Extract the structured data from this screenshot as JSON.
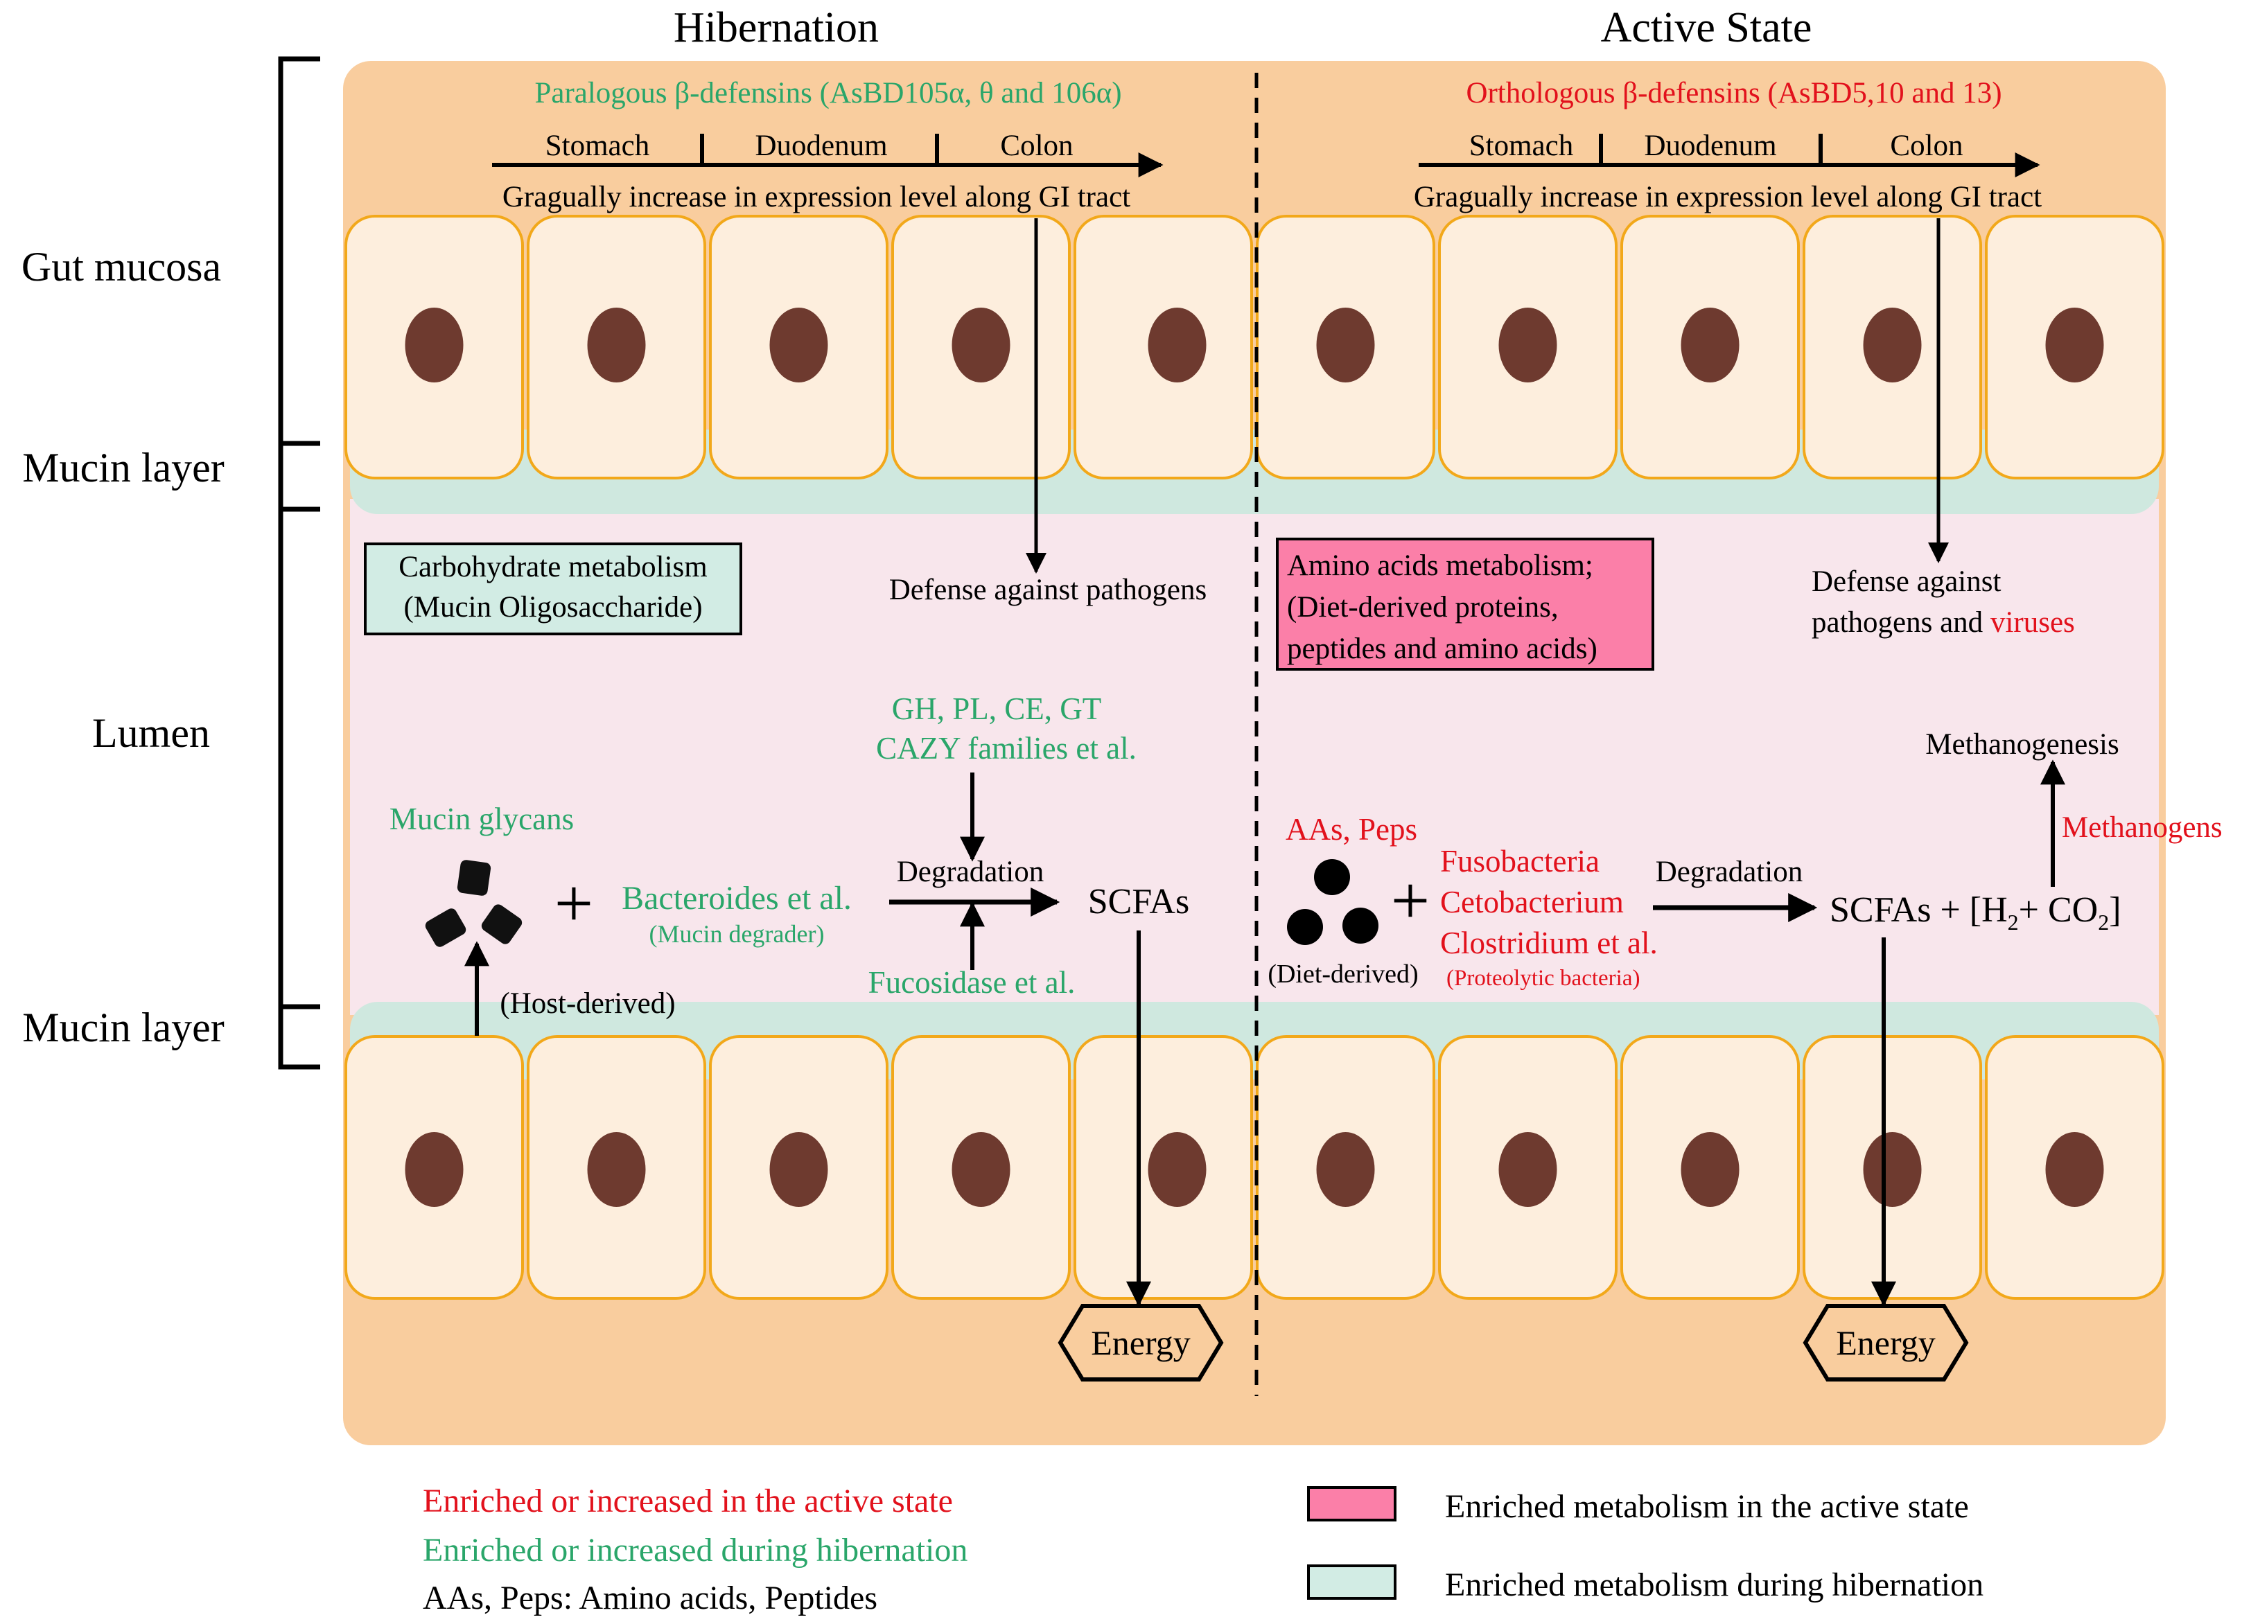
{
  "colors": {
    "mucosa": "#f9cd9e",
    "mucin": "#cfe8df",
    "lumen": "#f8e6ec",
    "cell_fill": "#fdeedd",
    "cell_stroke": "#f2a81a",
    "nucleus": "#6e3a2f",
    "green": "#2aa66a",
    "red": "#e2111c",
    "pink_box": "#fb7fa8",
    "teal_box": "#d2ece4",
    "black": "#000000"
  },
  "headers": {
    "hibernation": "Hibernation",
    "active": "Active State"
  },
  "layer_labels": {
    "gut_mucosa": "Gut mucosa",
    "mucin_top": "Mucin layer",
    "lumen": "Lumen",
    "mucin_bottom": "Mucin layer"
  },
  "hibernation": {
    "defensins": "Paralogous β-defensins (AsBD105α, θ and 106α)",
    "gi_segments": [
      "Stomach",
      "Duodenum",
      "Colon"
    ],
    "gi_note": "Gragually increase in expression level along GI tract",
    "defense": "Defense against pathogens",
    "metabolism_box": [
      "Carbohydrate metabolism",
      "(Mucin Oligosaccharide)"
    ],
    "enzymes": [
      "GH, PL, CE, GT",
      "CAZY families et al."
    ],
    "mucin_glycans": "Mucin glycans",
    "bacteria": "Bacteroides et al.",
    "bacteria_note": "(Mucin degrader)",
    "degradation": "Degradation",
    "scfa": "SCFAs",
    "fucosidase": "Fucosidase et al.",
    "host_derived": "(Host-derived)",
    "energy": "Energy",
    "plus": "+"
  },
  "active": {
    "defensins": "Orthologous β-defensins (AsBD5,10 and 13)",
    "gi_segments": [
      "Stomach",
      "Duodenum",
      "Colon"
    ],
    "gi_note": "Gragually increase in expression level along GI tract",
    "defense_line1": "Defense against",
    "defense_line2a": "pathogens and ",
    "defense_line2b": "viruses",
    "metabolism_box": [
      "Amino acids metabolism;",
      "(Diet-derived proteins,",
      "peptides and amino acids)"
    ],
    "aas": "AAs, Peps",
    "diet_derived": "(Diet-derived)",
    "bacteria": [
      "Fusobacteria",
      "Cetobacterium",
      "Clostridium et al."
    ],
    "bacteria_note": "(Proteolytic bacteria)",
    "degradation": "Degradation",
    "products": {
      "scfa_plus": "SCFAs + [H",
      "sub2a": "2",
      "plus_co": "+ CO",
      "sub2b": "2",
      "close": "]"
    },
    "methanogenesis": "Methanogenesis",
    "methanogens": "Methanogens",
    "energy": "Energy",
    "plus": "+"
  },
  "legend": {
    "red_note": "Enriched or increased in the active state",
    "green_note": "Enriched or increased during hibernation",
    "abbr_note": "AAs, Peps: Amino acids, Peptides",
    "pink_label": "Enriched metabolism in the active state",
    "teal_label": "Enriched metabolism during hibernation"
  }
}
